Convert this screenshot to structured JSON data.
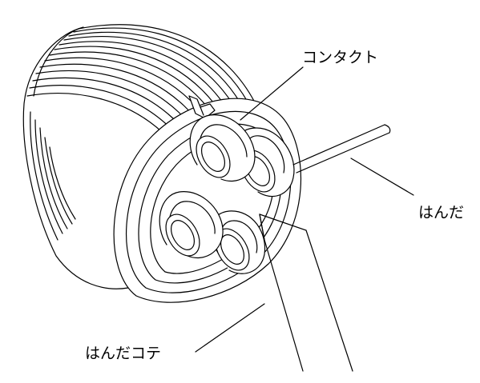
{
  "labels": {
    "contact": "コンタクト",
    "solder": "はんだ",
    "soldering_iron": "はんだコテ"
  },
  "colors": {
    "stroke": "#000000",
    "fill": "#ffffff",
    "background": "#ffffff"
  }
}
